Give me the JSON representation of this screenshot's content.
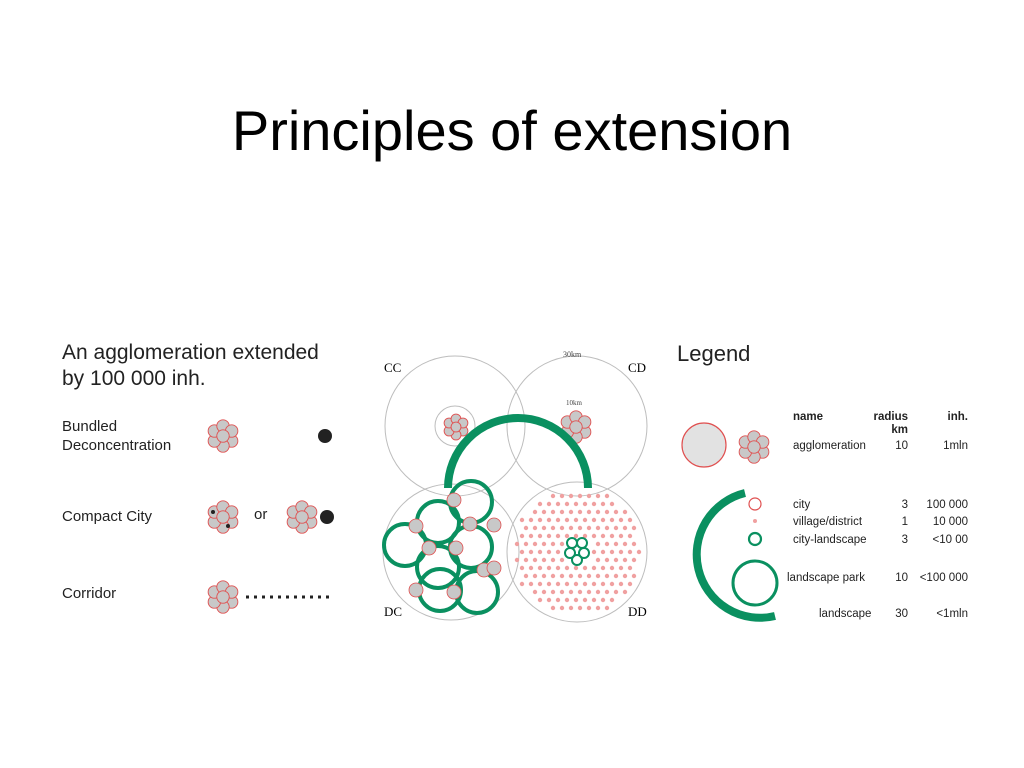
{
  "slide": {
    "title": "Principles of extension"
  },
  "left": {
    "heading_line1": "An agglomeration extended",
    "heading_line2": "by 100 000 inh.",
    "rows": {
      "bundled_line1": "Bundled",
      "bundled_line2": "Deconcentration",
      "compact": "Compact City",
      "corridor": "Corridor"
    },
    "or_text": "or"
  },
  "maps": {
    "labels": {
      "cc": "CC",
      "cd": "CD",
      "dc": "DC",
      "dd": "DD"
    },
    "scale_30": "30km",
    "scale_10": "10km"
  },
  "legend": {
    "title": "Legend",
    "headers": {
      "name": "name",
      "radius": "radius",
      "radius_unit": "km",
      "inh": "inh."
    },
    "rows": [
      {
        "name": "agglomeration",
        "radius": "10",
        "inh": "1mln"
      },
      {
        "name": "city",
        "radius": "3",
        "inh": "100 000"
      },
      {
        "name": "village/district",
        "radius": "1",
        "inh": "10 000"
      },
      {
        "name": "city-landscape",
        "radius": "3",
        "inh": "<10 00"
      },
      {
        "name": "landscape  park",
        "radius": "10",
        "inh": "<100 000"
      },
      {
        "name": "landscape",
        "radius": "30",
        "inh": "<1mln"
      }
    ]
  },
  "colors": {
    "green": "#0a9060",
    "red_outline": "#e05050",
    "grey_fill": "#c8c8c8",
    "pink_dot": "#f0a0a0"
  }
}
